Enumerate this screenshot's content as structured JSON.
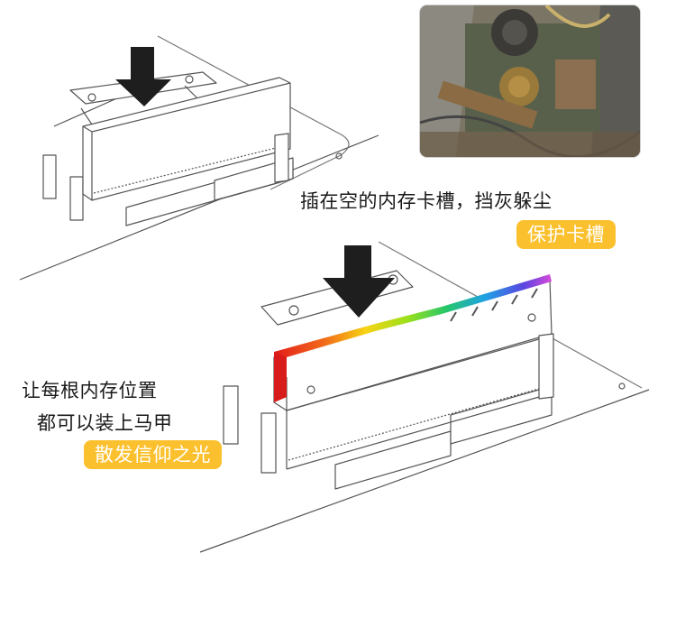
{
  "top_caption": "插在空的内存卡槽，挡灰躲尘",
  "top_badge": "保护卡槽",
  "left_caption_line1": "让每根内存位置",
  "left_caption_line2": "都可以装上马甲",
  "left_badge": "散发信仰之光",
  "colors": {
    "badge": "#fbc02d",
    "text": "#1a1a1a",
    "line": "#555555",
    "arrow": "#1e1e1e"
  },
  "icons": {
    "arrow_top": "down-arrow-icon",
    "arrow_bottom": "down-arrow-icon"
  }
}
